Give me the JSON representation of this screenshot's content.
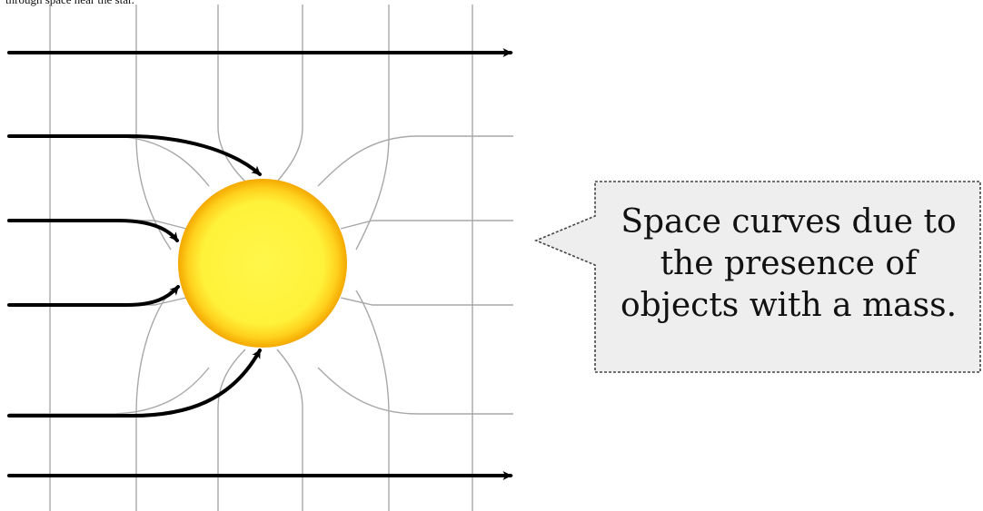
{
  "caption": {
    "partial_text": "through space near the star."
  },
  "diagram": {
    "callout": {
      "lines": [
        "Space curves due to",
        "the presence of",
        "objects with a mass."
      ]
    },
    "colors": {
      "grid": "#a8a8a8",
      "arrow": "#000000",
      "star_center": "#fff44a",
      "star_edge": "#f4b400",
      "callout_fill": "#eeeeee",
      "callout_border": "#444444"
    }
  }
}
